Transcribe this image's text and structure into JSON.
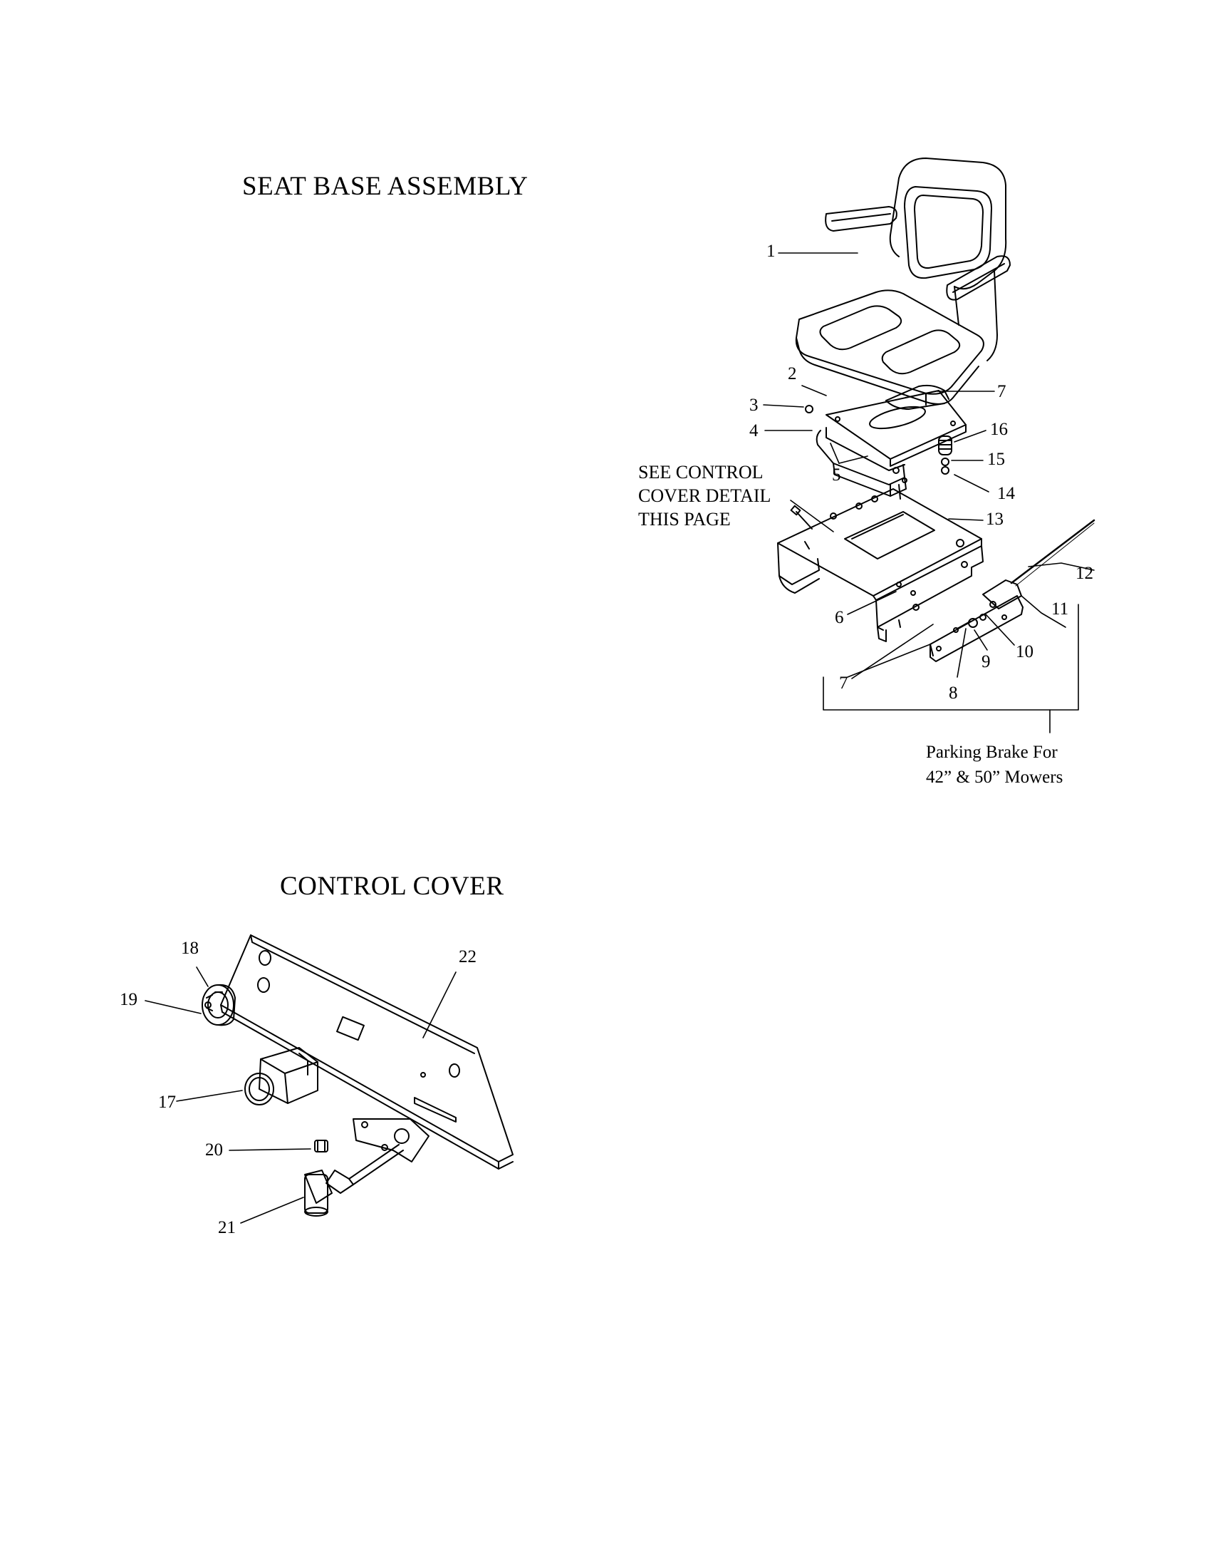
{
  "seat_section": {
    "title": "SEAT BASE ASSEMBLY",
    "note_lines": [
      "SEE CONTROL",
      "COVER DETAIL",
      "THIS PAGE"
    ],
    "parking_brake_lines": [
      "Parking Brake For",
      "42” & 50” Mowers"
    ]
  },
  "control_section": {
    "title": "CONTROL COVER"
  },
  "callouts": {
    "c1": "1",
    "c2": "2",
    "c3": "3",
    "c4": "4",
    "c5": "5",
    "c6": "6",
    "c7a": "7",
    "c7b": "7",
    "c8": "8",
    "c9": "9",
    "c10": "10",
    "c11": "11",
    "c12": "12",
    "c13": "13",
    "c14": "14",
    "c15": "15",
    "c16": "16",
    "c17": "17",
    "c18": "18",
    "c19": "19",
    "c20": "20",
    "c21": "21",
    "c22": "22"
  }
}
